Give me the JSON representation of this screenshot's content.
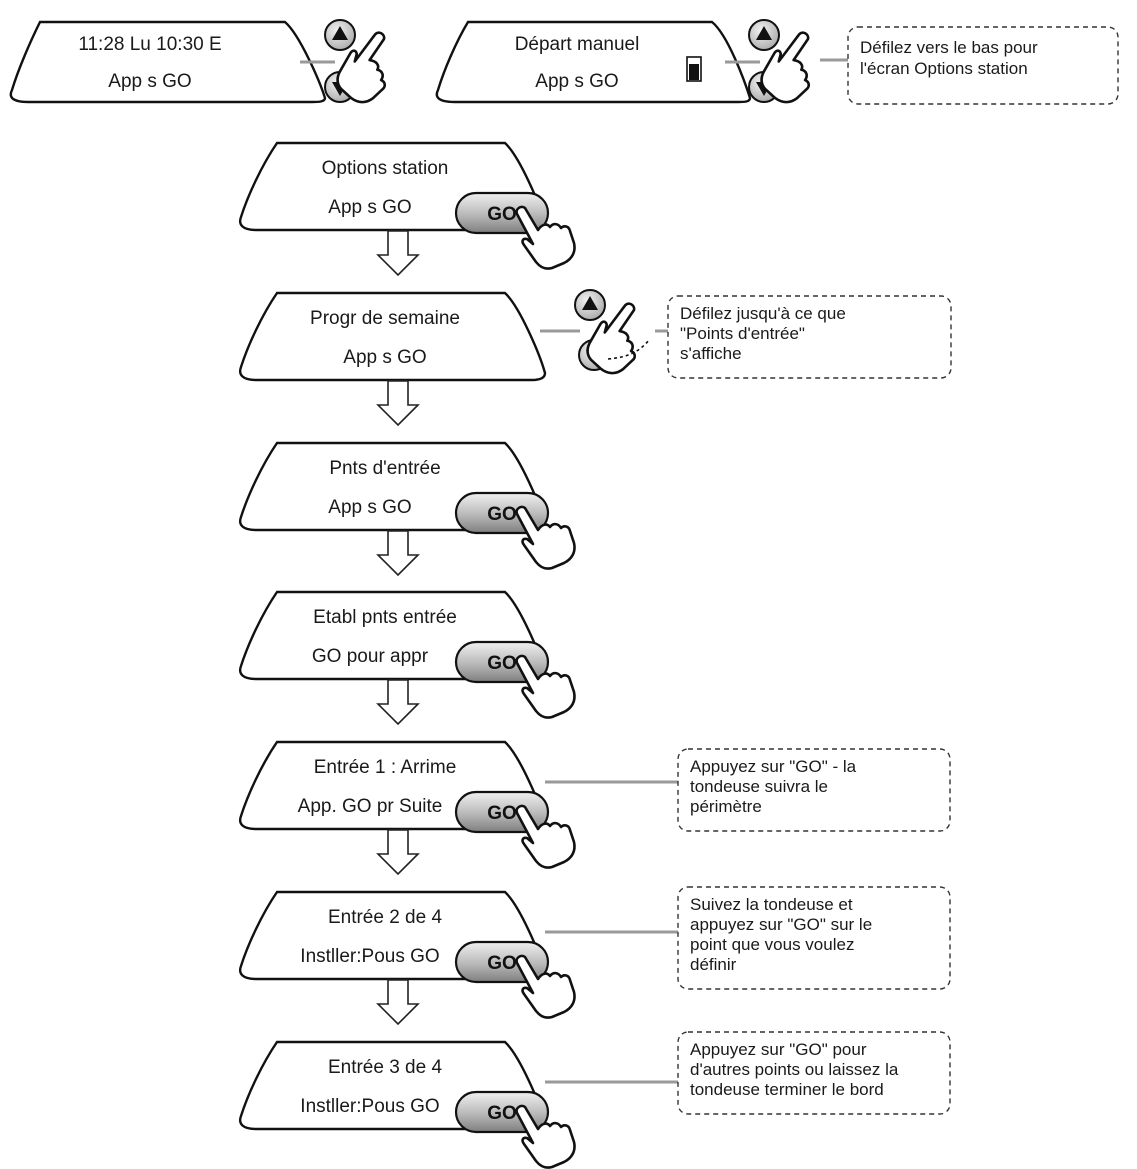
{
  "top_screens": [
    {
      "line1": "11:28    Lu  10:30 E",
      "line2": "App s GO"
    },
    {
      "line1": "Départ manuel",
      "line2": "App s GO"
    }
  ],
  "top_note": {
    "lines": [
      "Défilez vers le bas pour",
      "l'écran Options station"
    ]
  },
  "flow": [
    {
      "line1": "Options station",
      "line2": "App s GO",
      "control": "go"
    },
    {
      "line1": "Progr de semaine",
      "line2": "App s GO",
      "control": "scroll"
    },
    {
      "line1": "Pnts d'entrée",
      "line2": "App s GO",
      "control": "go"
    },
    {
      "line1": "Etabl pnts entrée",
      "line2": "GO pour appr",
      "control": "go"
    },
    {
      "line1": "Entrée 1 : Arrime",
      "line2": "App. GO pr Suite",
      "control": "go"
    },
    {
      "line1": "Entrée 2 de 4",
      "line2": "Instller:Pous GO",
      "control": "go"
    },
    {
      "line1": "Entrée 3 de 4",
      "line2": "Instller:Pous GO",
      "control": "go"
    }
  ],
  "go_label": "GO",
  "notes": [
    {
      "lines": [
        "Défilez jusqu'à ce que",
        "\"Points d'entrée\"",
        "s'affiche"
      ]
    },
    {
      "lines": [
        "Appuyez sur \"GO\" - la",
        "tondeuse suivra le",
        "périmètre"
      ]
    },
    {
      "lines": [
        "Suivez la tondeuse et",
        "appuyez sur \"GO\" sur le",
        "point que vous voulez",
        "définir"
      ]
    },
    {
      "lines": [
        "Appuyez sur \"GO\" pour",
        "d'autres points ou laissez la",
        "tondeuse terminer le bord"
      ]
    }
  ],
  "icons": {
    "up_button": "up-arrow-button-icon",
    "down_button": "down-arrow-button-icon",
    "hand": "pointing-hand-icon",
    "station": "charging-station-icon",
    "flow_arrow": "hollow-down-arrow-icon"
  },
  "colors": {
    "outline": "#111111",
    "connector": "#9a9a9a",
    "go_fill_light": "#e8e8e8",
    "go_fill_dark": "#8a8a8a",
    "button_fill": "#cfcfcf"
  }
}
